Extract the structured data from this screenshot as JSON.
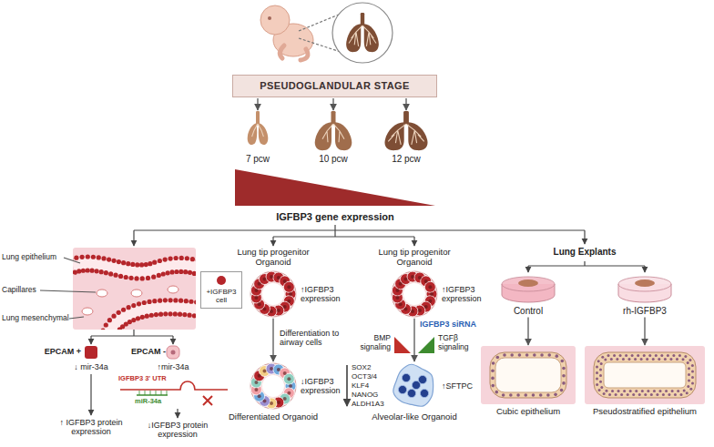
{
  "diagram": {
    "nodes": [
      {
        "text": [
          "PSEUDOGLANDULAR STAGE"
        ]
      },
      {
        "text": [
          "7 pcw"
        ]
      },
      {
        "text": [
          "10 pcw"
        ]
      },
      {
        "text": [
          "12 pcw"
        ]
      },
      {
        "text": [
          "Lung tip progenitor Organoid",
          "↑IGFBP3 expression"
        ]
      },
      {
        "text": [
          "Differentiated Organoid",
          "↓IGFBP3 expression"
        ]
      },
      {
        "text": [
          "Lung tip progenitor Organoid",
          "↑IGFBP3 expression"
        ]
      },
      {
        "text": [
          "Alveolar-like Organoid",
          "↑SFTPC"
        ]
      },
      {
        "text": [
          "Control"
        ]
      },
      {
        "text": [
          "rh-IGFBP3"
        ]
      },
      {
        "text": [
          "Cubic epithelium"
        ]
      },
      {
        "text": [
          "Pseudostratified epithelium"
        ]
      }
    ],
    "edges": [
      {
        "from": 0,
        "to": 1,
        "arrow": "to"
      },
      {
        "from": 0,
        "to": 2,
        "arrow": "to"
      },
      {
        "from": 0,
        "to": 3,
        "arrow": "to"
      },
      {
        "from": 4,
        "to": 5,
        "label": "Differentiation to airway cells",
        "arrow": "to"
      },
      {
        "from": 6,
        "to": 7,
        "label": "IGFBP3 siRNA",
        "arrow": "to"
      },
      {
        "from": 8,
        "to": 10,
        "arrow": "to"
      },
      {
        "from": 9,
        "to": 11,
        "arrow": "to"
      }
    ],
    "labels": [
      "IGFBP3 gene expression",
      "Lung epithelium",
      "Capillares",
      "Lung mesenchymal",
      "EPCAM +",
      "EPCAM -",
      "↓ mir-34a",
      "↑ IGFBP3 protein expression",
      "↑mir-34a",
      "IGFBP3 3' UTR",
      "miR-34a",
      "↓IGFBP3 protein expression",
      "BMP signaling",
      "TGFβ signaling",
      "SOX2 OCT3/4 KLF4 NANOG ALDH1A3",
      "Lung Explants"
    ],
    "legend": [
      {
        "text": "+IGFBP3 cell",
        "color": "#b5262b"
      }
    ]
  }
}
